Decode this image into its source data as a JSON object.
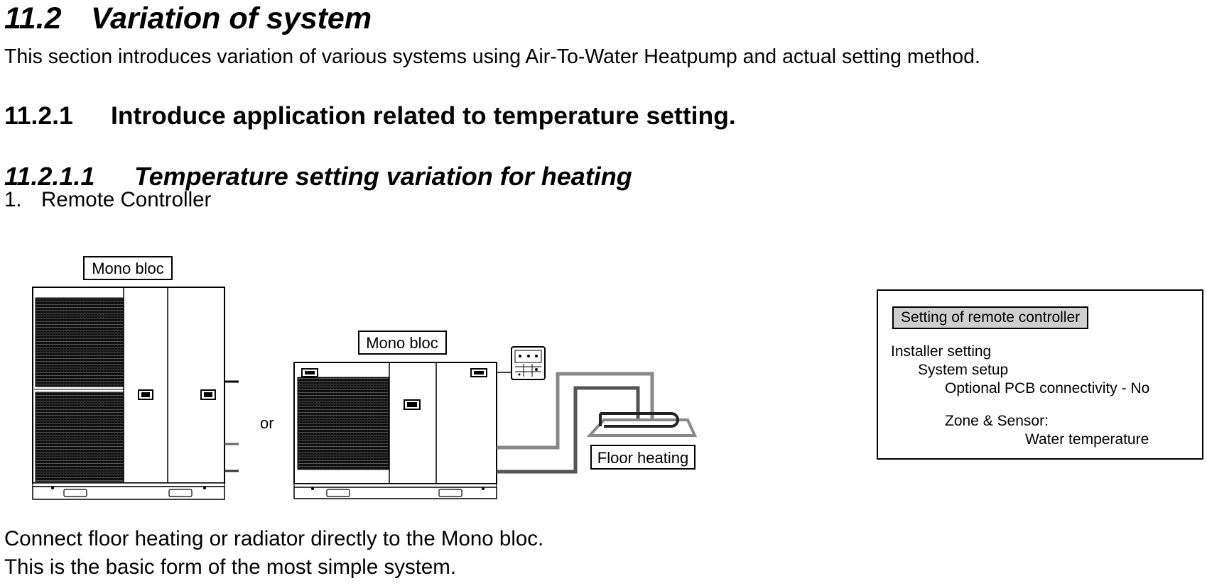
{
  "section": {
    "number": "11.2",
    "title": "Variation of system"
  },
  "intro_text": "This section introduces variation of various systems using Air-To-Water Heatpump and actual setting method.",
  "subsection": {
    "number": "11.2.1",
    "title": "Introduce application related to temperature setting."
  },
  "subsubsection": {
    "number": "11.2.1.1",
    "title": "Temperature setting variation for heating"
  },
  "list_item": {
    "number": "1.",
    "text": "Remote Controller"
  },
  "diagram": {
    "label_large_unit": "Mono bloc",
    "or_text": "or",
    "label_small_unit": "Mono bloc",
    "label_floor": "Floor heating"
  },
  "settings": {
    "title": "Setting of remote controller",
    "lines": [
      "Installer setting",
      "System setup",
      "Optional PCB connectivity - No",
      "Zone & Sensor:",
      "Water temperature"
    ]
  },
  "footer": {
    "line1": "Connect floor heating or radiator directly to the Mono bloc.",
    "line2": "This is the basic form of the most simple system."
  }
}
